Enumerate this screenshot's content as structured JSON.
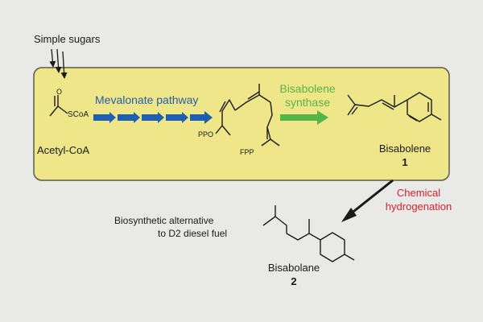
{
  "labels": {
    "simple_sugars": "Simple sugars",
    "scoa": "SCoA",
    "acetyl_coa": "Acetyl-CoA",
    "mevalonate": "Mevalonate pathway",
    "synthase_line1": "Bisabolene",
    "synthase_line2": "synthase",
    "ppo": "PPO",
    "fpp": "FPP",
    "bisabolene": "Bisabolene",
    "bisabolene_num": "1",
    "hydrogenation_line1": "Chemical",
    "hydrogenation_line2": "hydrogenation",
    "alternative_line1": "Biosynthetic alternative",
    "alternative_line2": "to D2 diesel fuel",
    "bisabolane": "Bisabolane",
    "bisabolane_num": "2"
  },
  "colors": {
    "background": "#e9e9e7",
    "panel_fill": "#efe68a",
    "panel_stroke": "#5a5a4a",
    "mevalonate_blue": "#1f5fb0",
    "synthase_green": "#57b448",
    "hydrogenation_red": "#d4212a",
    "bond_black": "#1a1a1a"
  }
}
